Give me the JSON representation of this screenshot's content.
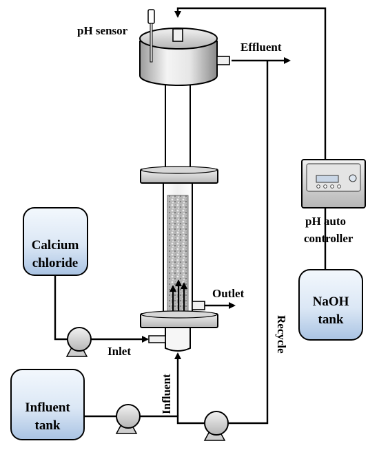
{
  "labels": {
    "ph_sensor": "pH sensor",
    "effluent": "Effluent",
    "ph_controller_line1": "pH auto",
    "ph_controller_line2": "controller",
    "calcium_line1": "Calcium",
    "calcium_line2": "chloride",
    "outlet": "Outlet",
    "naoh_line1": "NaOH",
    "naoh_line2": "tank",
    "inlet": "Inlet",
    "recycle": "Recycle",
    "influent": "Influent",
    "influent_tank_line1": "Influent",
    "influent_tank_line2": "tank"
  },
  "colors": {
    "tank_fill_light": "#eef4fc",
    "tank_fill_dark": "#a9c3e3",
    "metal_light": "#f2f2f2",
    "metal_dark": "#8f8f8f",
    "line": "#000000"
  },
  "icons": {
    "pump": "pump-icon",
    "sensor": "ph-sensor-probe-icon",
    "controller": "controller-device-icon"
  }
}
